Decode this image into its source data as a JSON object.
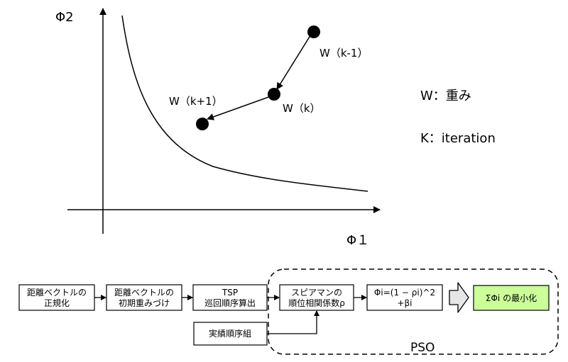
{
  "plot": {
    "y_axis_label": "Φ2",
    "x_axis_label": "Φ１",
    "points": {
      "k_minus_1": "W（k-1）",
      "k": "W（k）",
      "k_plus_1": "W（k+1）"
    }
  },
  "legend": {
    "weight": "W：重み",
    "iteration": "K：iteration"
  },
  "flow": {
    "box1": [
      "距離ベクトルの",
      "正規化"
    ],
    "box2": [
      "距離ベクトルの",
      "初期重みづけ"
    ],
    "box3": [
      "TSP",
      "巡回順序算出"
    ],
    "box4": [
      "スピアマンの",
      "順位相関係数ρ"
    ],
    "box5": [
      "Φi=(1 − ρi)^2",
      "+βi"
    ],
    "box6": "ΣΦi の最小化",
    "input_box": "実績順序組",
    "group_label": "PSO"
  },
  "colors": {
    "highlight_box": "#ccff99",
    "big_arrow_fill": "#e6e6e6"
  }
}
